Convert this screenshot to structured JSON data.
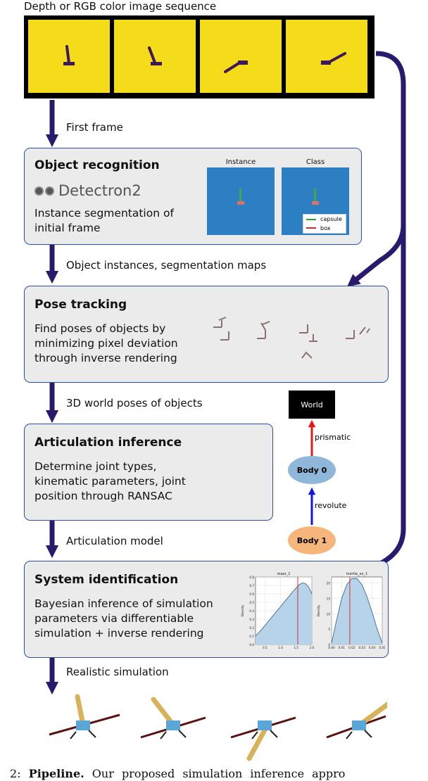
{
  "header": {
    "sequence_label": "Depth or RGB color image sequence"
  },
  "arrows": {
    "first_frame": "First frame",
    "object_instances": "Object instances, segmentation maps",
    "world_poses": "3D world poses of objects",
    "articulation_model": "Articulation model",
    "realistic_sim": "Realistic simulation"
  },
  "stages": {
    "recognition": {
      "title": "Object recognition",
      "logo_text": "Detectron2",
      "desc_line1": "Instance segmentation of",
      "desc_line2": "initial frame",
      "panel_instance": "Instance",
      "panel_class": "Class",
      "legend_capsule": "capsule",
      "legend_box": "box"
    },
    "tracking": {
      "title": "Pose tracking",
      "desc_line1": "Find poses of objects by",
      "desc_line2": "minimizing pixel deviation",
      "desc_line3": "through inverse rendering"
    },
    "articulation": {
      "title": "Articulation inference",
      "desc_line1": "Determine joint types,",
      "desc_line2": "kinematic parameters, joint",
      "desc_line3": "position through RANSAC"
    },
    "sysid": {
      "title": "System identification",
      "desc_line1": "Bayesian inference of simulation",
      "desc_line2": "parameters via differentiable",
      "desc_line3": "simulation + inverse rendering"
    }
  },
  "graph": {
    "world": "World",
    "prismatic": "prismatic",
    "body0": "Body 0",
    "revolute": "revolute",
    "body1": "Body 1"
  },
  "chart_data": [
    {
      "type": "area",
      "title": "mass_1",
      "ylabel": "Density",
      "xlim": [
        0.2,
        2.0
      ],
      "ylim": [
        0.0,
        0.8
      ],
      "xticks": [
        "0.5",
        "1.0",
        "1.5",
        "2.0"
      ],
      "yticks": [
        "0.0",
        "0.1",
        "0.2",
        "0.3",
        "0.4",
        "0.5",
        "0.6",
        "0.7",
        "0.8"
      ],
      "x": [
        0.2,
        0.4,
        0.6,
        0.8,
        1.0,
        1.2,
        1.4,
        1.6,
        1.7,
        1.8,
        1.9,
        2.0
      ],
      "y": [
        0.1,
        0.18,
        0.27,
        0.36,
        0.45,
        0.54,
        0.63,
        0.71,
        0.73,
        0.72,
        0.68,
        0.6
      ],
      "marker_x": 1.55
    },
    {
      "type": "area",
      "title": "inertia_xx_1",
      "ylabel": "Density",
      "xlim": [
        0.0,
        0.05
      ],
      "ylim": [
        0,
        22
      ],
      "xticks": [
        "0.00",
        "0.01",
        "0.02",
        "0.03",
        "0.04",
        "0.05"
      ],
      "yticks": [
        "0",
        "5",
        "10",
        "15",
        "20"
      ],
      "x": [
        0.0,
        0.005,
        0.01,
        0.015,
        0.02,
        0.025,
        0.03,
        0.035,
        0.04,
        0.045,
        0.05
      ],
      "y": [
        0.5,
        8,
        15,
        19.5,
        21.5,
        21.5,
        19.5,
        15.5,
        10.5,
        5,
        0.5
      ],
      "marker_x": 0.018
    }
  ],
  "caption": {
    "prefix": "2:",
    "bold": "Pipeline.",
    "text": "Our proposed simulation inference appro"
  }
}
